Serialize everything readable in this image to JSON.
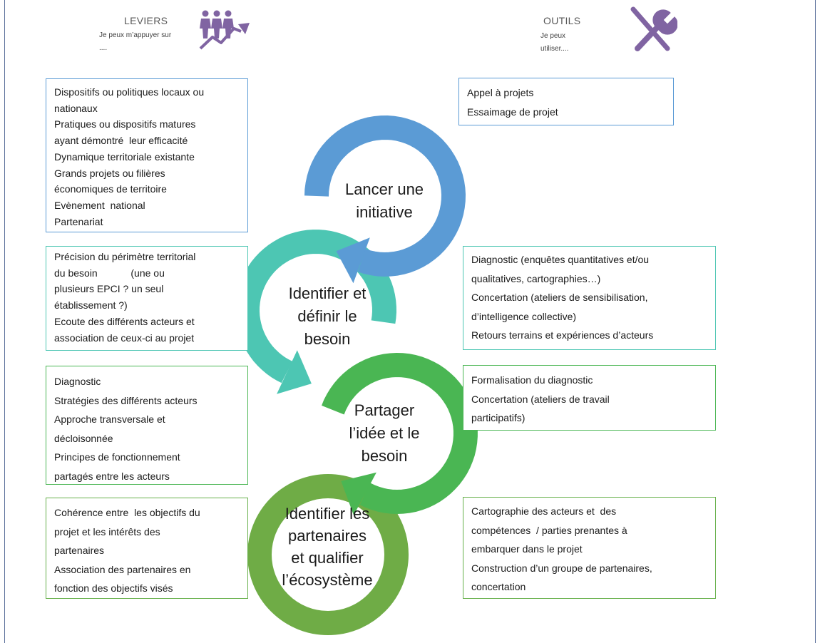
{
  "header": {
    "leviers": {
      "title": "LEVIERS",
      "subtitle_line1": "Je peux m’appuyer sur",
      "subtitle_line2": "....",
      "icon": "people-growth-icon"
    },
    "outils": {
      "title": "OUTILS",
      "subtitle_line1": "Je peux",
      "subtitle_line2": "utiliser....",
      "icon": "tools-icon"
    }
  },
  "colors": {
    "blue": "#5b9bd5",
    "teal": "#4dc6b3",
    "green": "#4ab653",
    "lime": "#6fac46",
    "icon_purple": "#8064a2"
  },
  "steps": [
    {
      "label_line1": "Lancer une",
      "label_line2": "initiative",
      "label_line3": ""
    },
    {
      "label_line1": "Identifier et",
      "label_line2": "définir le",
      "label_line3": "besoin"
    },
    {
      "label_line1": "Partager",
      "label_line2": "l’idée et le",
      "label_line3": "besoin"
    },
    {
      "label_line1": "Identifier les",
      "label_line2": "partenaires",
      "label_line3": "et qualifier",
      "label_line4": "l’écosystème"
    }
  ],
  "leviers_boxes": [
    {
      "lines": [
        "Dispositifs ou politiques locaux ou",
        "nationaux",
        "Pratiques ou dispositifs matures",
        "ayant démontré  leur efficacité",
        "Dynamique territoriale existante",
        "Grands projets ou filières",
        "économiques de territoire",
        "Evènement  national",
        "Partenariat"
      ]
    },
    {
      "lines": [
        "Précision du périmètre territorial",
        "du besoin            (une ou",
        "plusieurs EPCI ? un seul",
        "établissement ?)",
        "Ecoute des différents acteurs et",
        "association de ceux-ci au projet"
      ]
    },
    {
      "lines": [
        "Diagnostic",
        "Stratégies des différents acteurs",
        "Approche transversale et",
        "décloisonnée",
        "Principes de fonctionnement",
        "partagés entre les acteurs"
      ]
    },
    {
      "lines": [
        "Cohérence entre  les objectifs du",
        "projet et les intérêts des",
        "partenaires",
        "Association des partenaires en",
        "fonction des objectifs visés"
      ]
    }
  ],
  "outils_boxes": [
    {
      "lines": [
        "Appel à projets",
        "Essaimage de projet"
      ]
    },
    {
      "lines": [
        "Diagnostic (enquêtes quantitatives et/ou",
        "qualitatives, cartographies…)",
        "Concertation (ateliers de sensibilisation,",
        "d’intelligence collective)",
        "Retours terrains et expériences d’acteurs"
      ]
    },
    {
      "lines": [
        "Formalisation du diagnostic",
        "Concertation (ateliers de travail",
        "participatifs)"
      ]
    },
    {
      "lines": [
        "Cartographie des acteurs et  des",
        "compétences  / parties prenantes à",
        "embarquer dans le projet",
        "Construction d’un groupe de partenaires,",
        "concertation"
      ]
    }
  ]
}
